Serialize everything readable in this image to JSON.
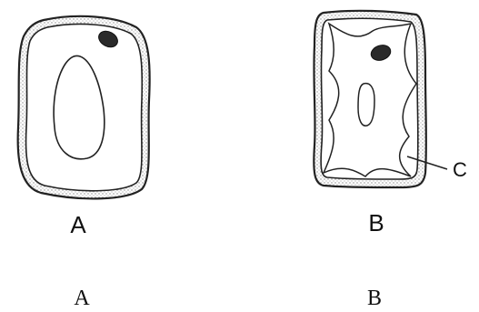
{
  "figure": {
    "cell_a_label": "A",
    "cell_b_label": "B",
    "pointer_label": "C",
    "caption_a": "A",
    "caption_b": "B"
  }
}
